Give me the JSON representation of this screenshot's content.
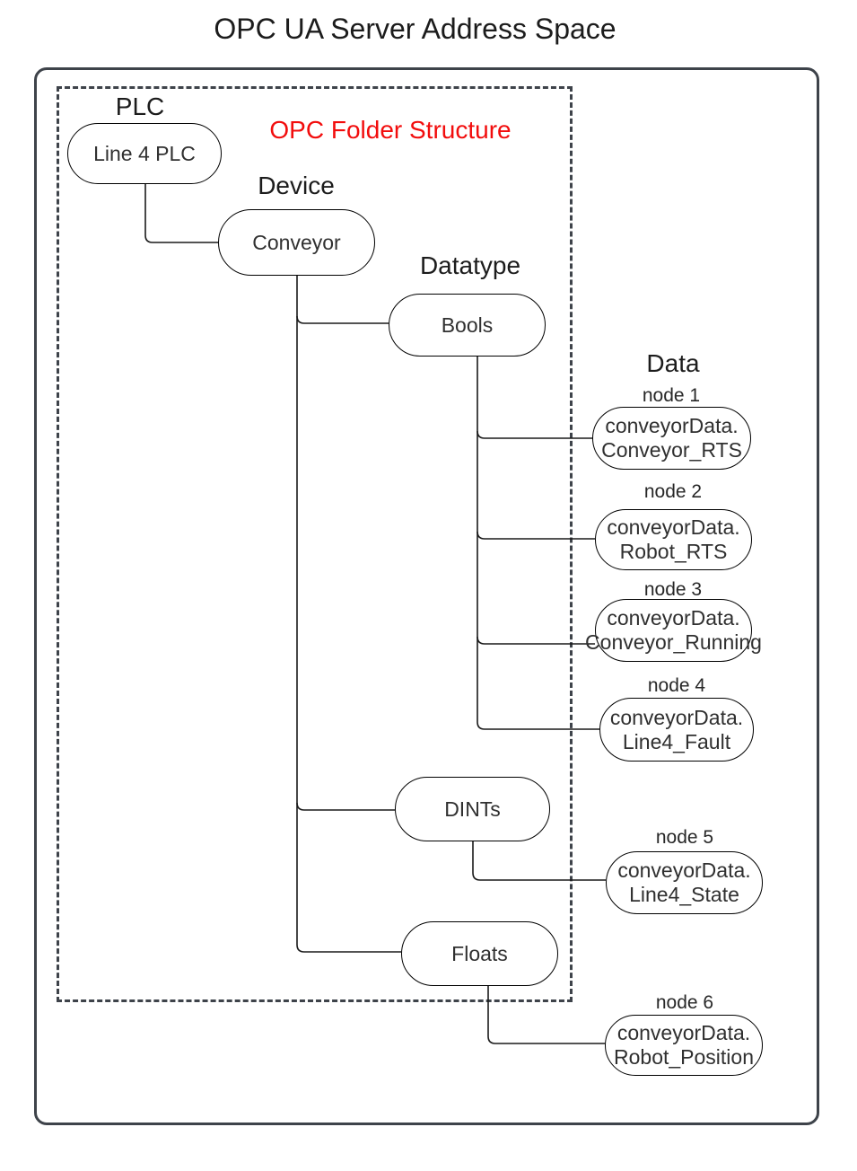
{
  "title": "OPC UA Server Address Space",
  "colors": {
    "folder_label": "#f20d0d",
    "frame": "#3e434a",
    "connector": "#1a1a1a",
    "node_border": "#000000",
    "text": "#2e2e2e"
  },
  "diagram": {
    "folder_label": "OPC Folder Structure",
    "levels": {
      "plc": "PLC",
      "device": "Device",
      "datatype": "Datatype",
      "data": "Data"
    },
    "folders": {
      "plc": "Line 4 PLC",
      "device": "Conveyor",
      "datatype_bools": "Bools",
      "datatype_dints": "DINTs",
      "datatype_floats": "Floats"
    },
    "data_nodes": [
      {
        "label": "node 1",
        "line1": "conveyorData.",
        "line2": "Conveyor_RTS"
      },
      {
        "label": "node 2",
        "line1": "conveyorData.",
        "line2": "Robot_RTS"
      },
      {
        "label": "node 3",
        "line1": "conveyorData.",
        "line2": "Conveyor_Running"
      },
      {
        "label": "node 4",
        "line1": "conveyorData.",
        "line2": "Line4_Fault"
      },
      {
        "label": "node 5",
        "line1": "conveyorData.",
        "line2": "Line4_State"
      },
      {
        "label": "node 6",
        "line1": "conveyorData.",
        "line2": "Robot_Position"
      }
    ]
  }
}
